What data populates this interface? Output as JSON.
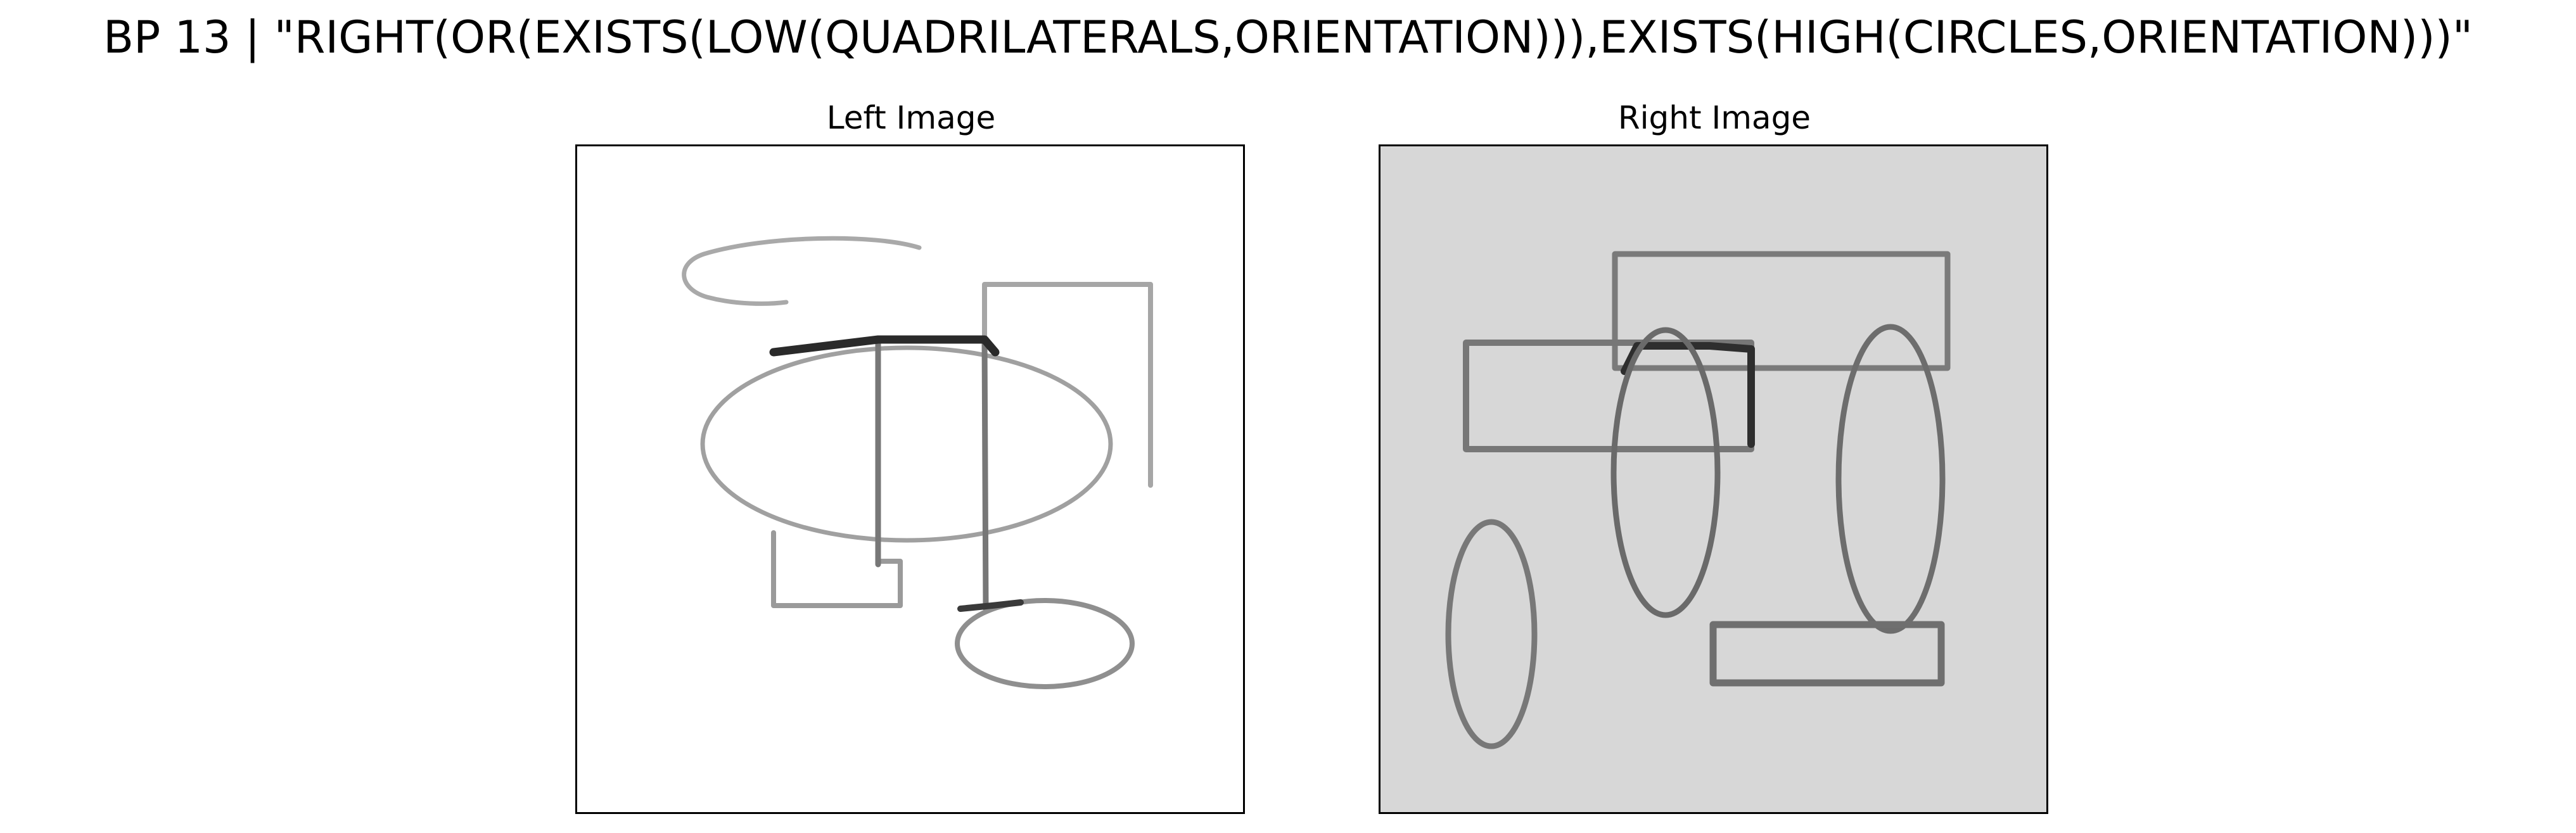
{
  "figure": {
    "title": "BP 13 | \"RIGHT(OR(EXISTS(LOW(QUADRILATERALS,ORIENTATION))),EXISTS(HIGH(CIRCLES,ORIENTATION)))\""
  },
  "panels": [
    {
      "title": "Left Image",
      "background": "#ffffff",
      "stroke": "#6e6e6e"
    },
    {
      "title": "Right Image",
      "background": "#d7d7d7",
      "stroke": "#6a6a6a"
    }
  ]
}
